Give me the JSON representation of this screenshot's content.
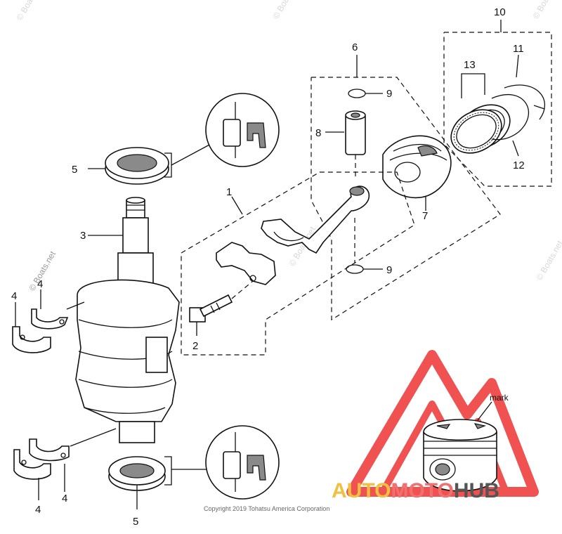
{
  "labels": {
    "l1": "1",
    "l2": "2",
    "l3": "3",
    "l4a": "4",
    "l4b": "4",
    "l4c": "4",
    "l4d": "4",
    "l5a": "5",
    "l5b": "5",
    "l6": "6",
    "l7": "7",
    "l8": "8",
    "l9a": "9",
    "l9b": "9",
    "l10": "10",
    "l11": "11",
    "l12": "12",
    "l13": "13",
    "mark": "mark"
  },
  "watermark": {
    "boats": "© Boats.net",
    "copyright": "Copyright 2019 Tohatsu America Corporation"
  },
  "brand": {
    "auto": "AUTO",
    "moto": "MOTO",
    "hub": "HUB",
    "colors": {
      "auto": "#f0c040",
      "moto": "#f07070",
      "hub": "#555555",
      "triangle": "#ee3333"
    }
  }
}
